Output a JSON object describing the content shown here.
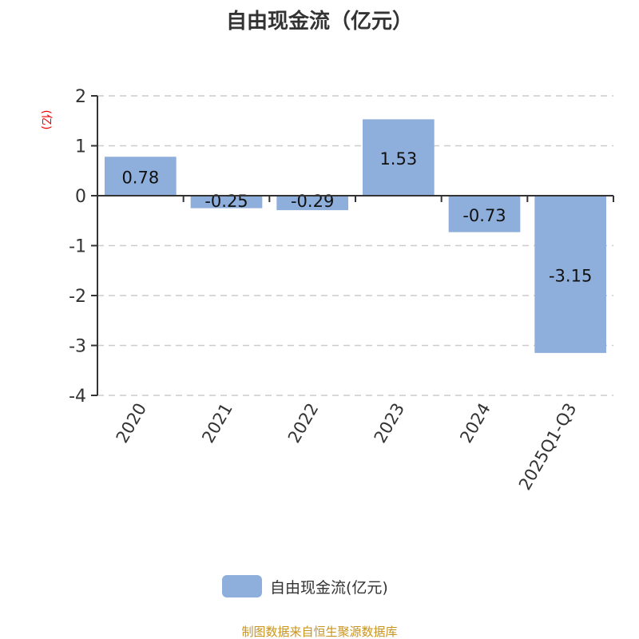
{
  "chart_data": {
    "type": "bar",
    "title": "自由现金流（亿元）",
    "ylabel": "(亿)",
    "xlabel": "",
    "categories": [
      "2020",
      "2021",
      "2022",
      "2023",
      "2024",
      "2025Q1-Q3"
    ],
    "values": [
      0.78,
      -0.25,
      -0.29,
      1.53,
      -0.73,
      -3.15
    ],
    "data_labels": [
      "0.78",
      "-0.25",
      "-0.29",
      "1.53",
      "-0.73",
      "-3.15"
    ],
    "ylim": [
      -4,
      2
    ],
    "yticks": [
      "2",
      "1",
      "0",
      "-1",
      "-2",
      "-3",
      "-4"
    ],
    "grid": true,
    "legend": {
      "entries": [
        "自由现金流(亿元)"
      ],
      "placement": "bottom"
    },
    "bar_color": "#8eaedb"
  },
  "source": "制图数据来自恒生聚源数据库"
}
